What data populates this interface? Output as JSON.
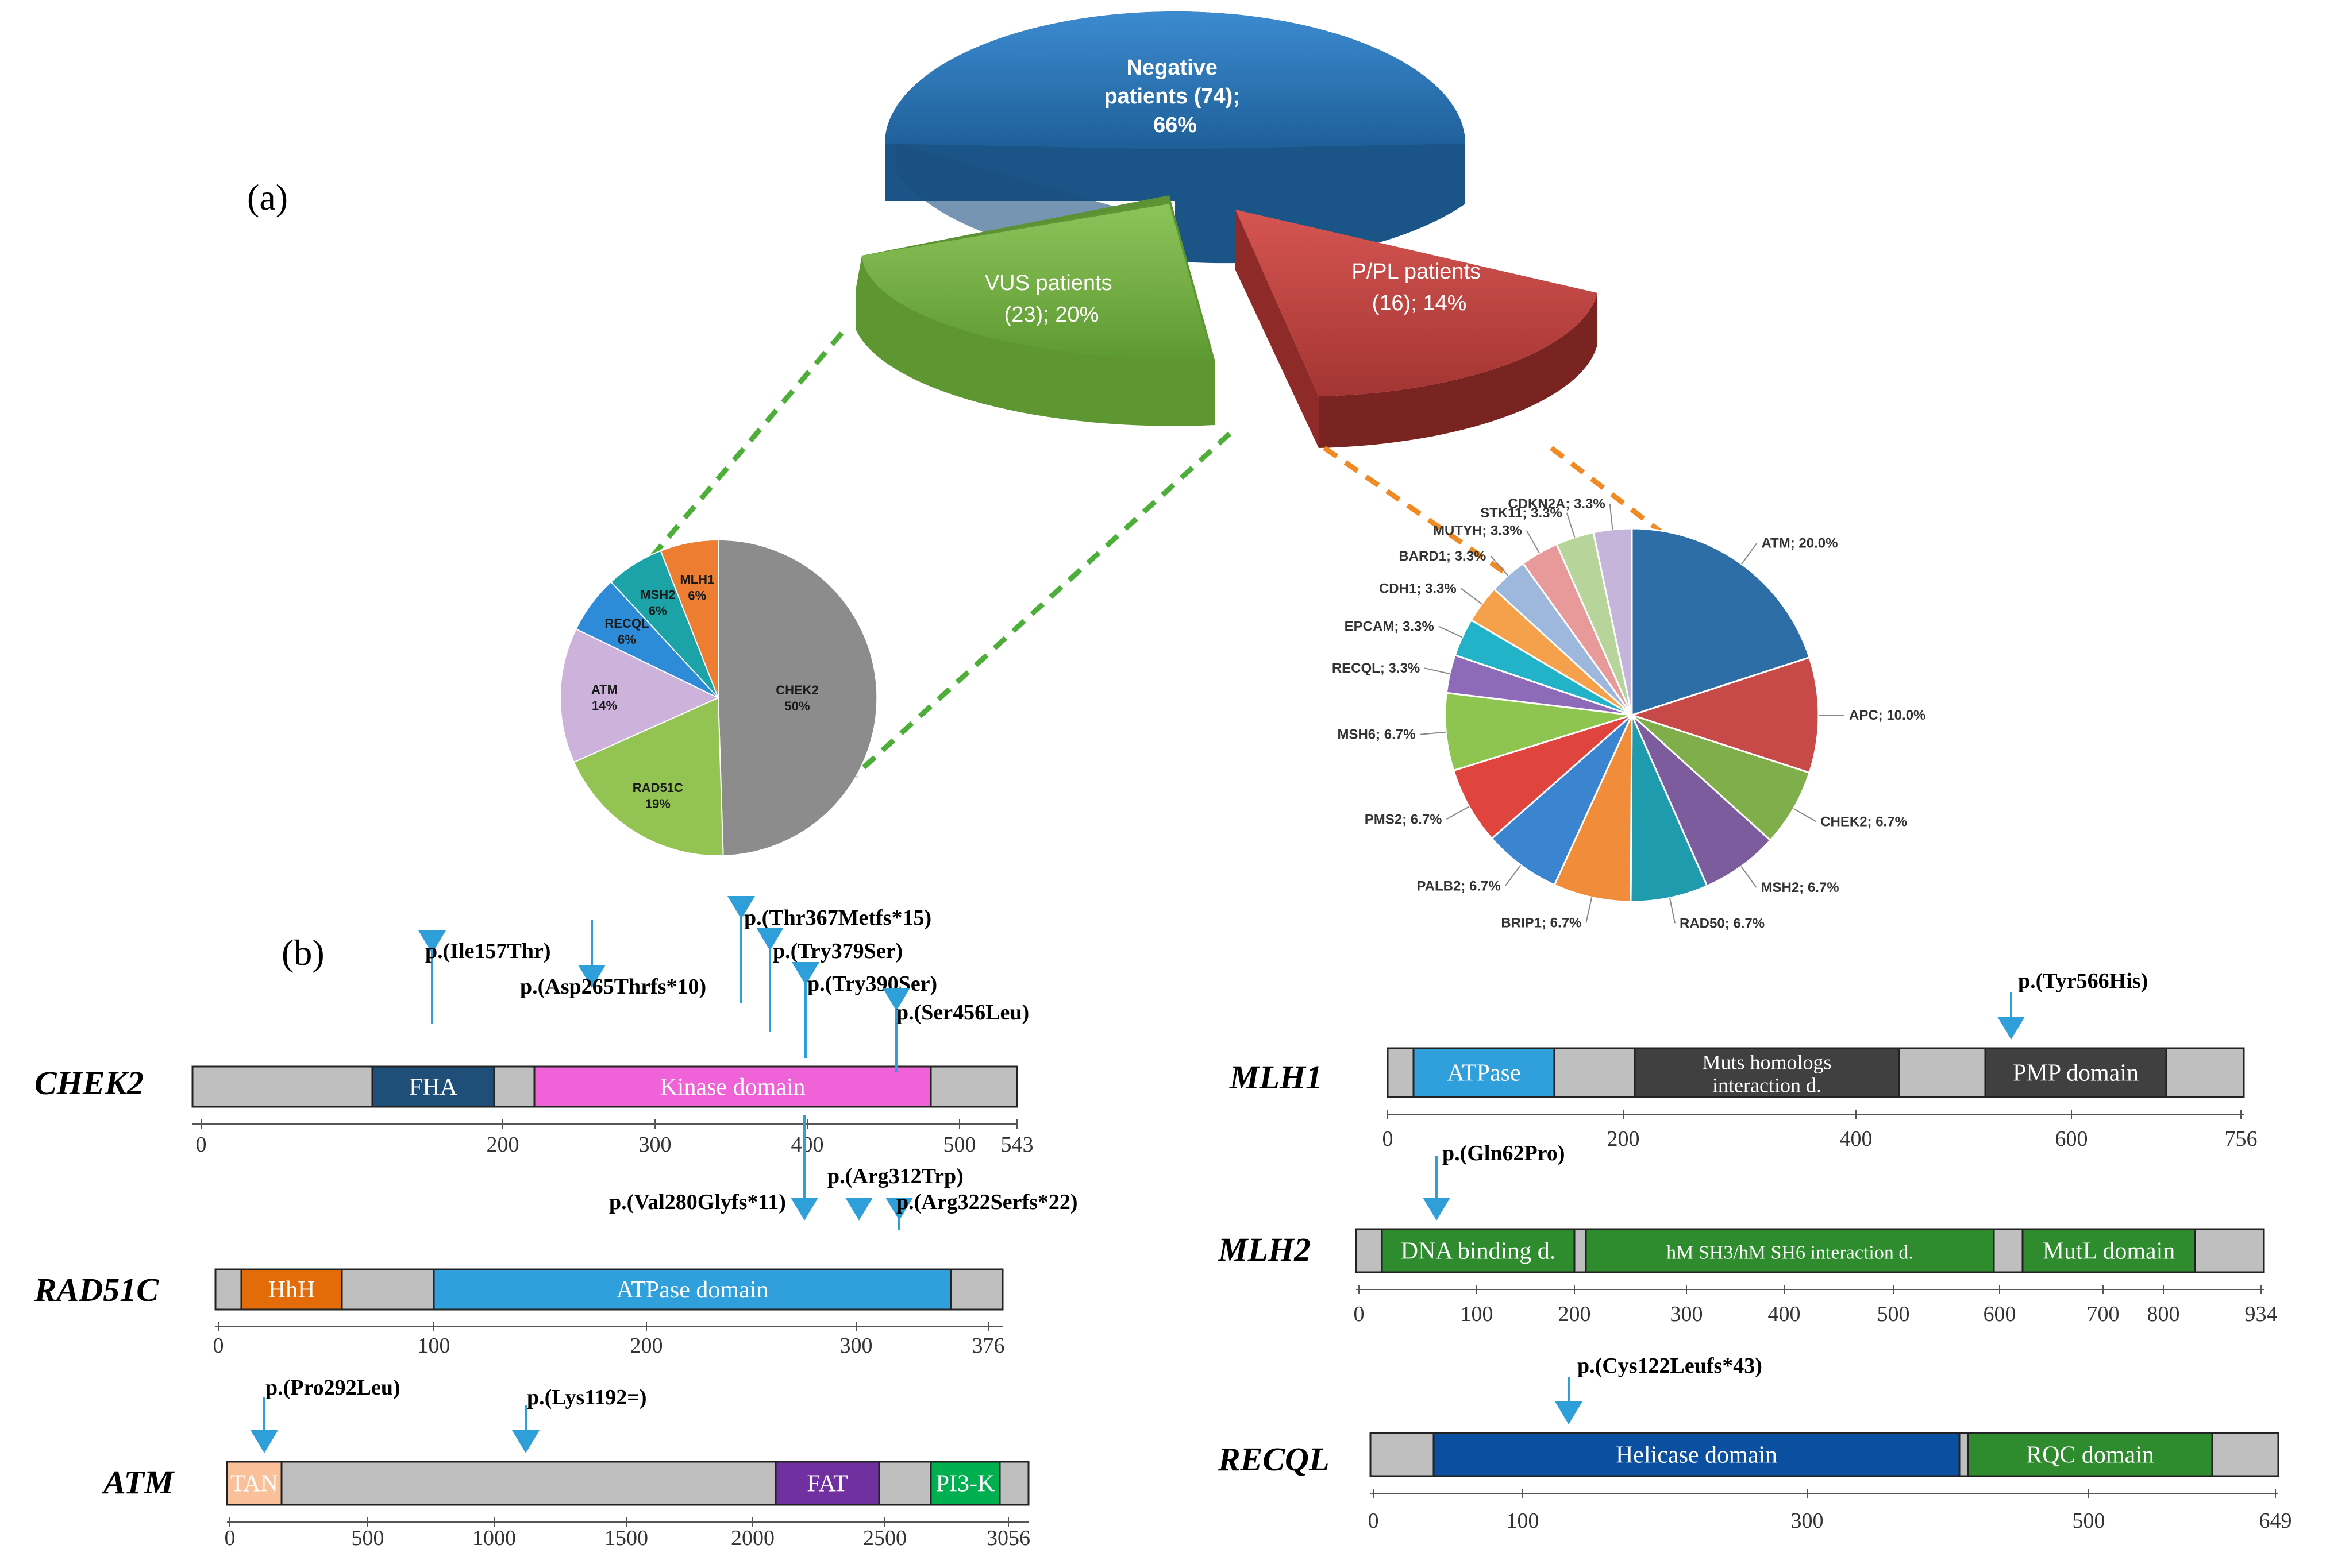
{
  "panels": {
    "a": "(a)",
    "b": "(b)"
  },
  "main_pie": {
    "slices": [
      {
        "name": "Negative patients",
        "count": 74,
        "percent": 66,
        "color": "#2E75B6",
        "lines": [
          "Negative",
          "patients (74);",
          "66%"
        ]
      },
      {
        "name": "VUS patients",
        "count": 23,
        "percent": 20,
        "color": "#70AD47",
        "lines": [
          "VUS patients",
          "(23); 20%"
        ]
      },
      {
        "name": "P/PL patients",
        "count": 16,
        "percent": 14,
        "color": "#C0504D",
        "lines": [
          "P/PL patients",
          "(16); 14%"
        ]
      }
    ]
  },
  "vus_pie": {
    "slices": [
      {
        "gene": "CHEK2",
        "pct": "50%",
        "value": 50,
        "color": "#8C8C8C"
      },
      {
        "gene": "RAD51C",
        "pct": "19%",
        "value": 19,
        "color": "#92C353"
      },
      {
        "gene": "ATM",
        "pct": "14%",
        "value": 14,
        "color": "#CDB3DC"
      },
      {
        "gene": "RECQL",
        "pct": "6%",
        "value": 6,
        "color": "#2E8BD8"
      },
      {
        "gene": "MSH2",
        "pct": "6%",
        "value": 6,
        "color": "#1BA3A8"
      },
      {
        "gene": "MLH1",
        "pct": "6%",
        "value": 6,
        "color": "#ED7D31"
      }
    ]
  },
  "ppl_pie": {
    "slices": [
      {
        "label": "ATM; 20.0%",
        "value": 20.0,
        "color": "#2E6EA6"
      },
      {
        "label": "APC; 10.0%",
        "value": 10.0,
        "color": "#C84A48"
      },
      {
        "label": "CHEK2; 6.7%",
        "value": 6.7,
        "color": "#7FAE4A"
      },
      {
        "label": "MSH2; 6.7%",
        "value": 6.7,
        "color": "#7C5C9C"
      },
      {
        "label": "RAD50; 6.7%",
        "value": 6.7,
        "color": "#1F9BAE"
      },
      {
        "label": "BRIP1; 6.7%",
        "value": 6.7,
        "color": "#F08C3A"
      },
      {
        "label": "PALB2; 6.7%",
        "value": 6.7,
        "color": "#3A84D0"
      },
      {
        "label": "PMS2; 6.7%",
        "value": 6.7,
        "color": "#E0443F"
      },
      {
        "label": "MSH6; 6.7%",
        "value": 6.7,
        "color": "#8DC550"
      },
      {
        "label": "RECQL; 3.3%",
        "value": 3.3,
        "color": "#8E6BB8"
      },
      {
        "label": "EPCAM; 3.3%",
        "value": 3.3,
        "color": "#22B3C8"
      },
      {
        "label": "CDH1; 3.3%",
        "value": 3.3,
        "color": "#F5A04A"
      },
      {
        "label": "BARD1; 3.3%",
        "value": 3.3,
        "color": "#9DB7DD"
      },
      {
        "label": "MUTYH; 3.3%",
        "value": 3.3,
        "color": "#E89A9A"
      },
      {
        "label": "STK11; 3.3%",
        "value": 3.3,
        "color": "#B7D59A"
      },
      {
        "label": "CDKN2A; 3.3%",
        "value": 3.3,
        "color": "#C5B5DA"
      }
    ]
  },
  "genes": [
    {
      "name": "CHEK2",
      "length": 543,
      "ticks": [
        "0",
        "200",
        "300",
        "400",
        "500",
        "543"
      ],
      "domains": [
        {
          "label": "FHA",
          "color": "#1F4E79",
          "text": "#ffffff"
        },
        {
          "label": "Kinase domain",
          "color": "#F062D8",
          "text": "#ffffff"
        }
      ],
      "variants": [
        "p.(Ile157Thr)",
        "p.(Asp265Thrfs*10)",
        "p.(Thr367Metfs*15)",
        "p.(Try379Ser)",
        "p.(Try390Ser)",
        "p.(Ser456Leu)"
      ]
    },
    {
      "name": "RAD51C",
      "length": 376,
      "ticks": [
        "0",
        "100",
        "200",
        "300",
        "376"
      ],
      "domains": [
        {
          "label": "HhH",
          "color": "#E36C09",
          "text": "#ffffff"
        },
        {
          "label": "ATPase  domain",
          "color": "#2FA0DB",
          "text": "#ffffff"
        }
      ],
      "variants": [
        "p.(Val280Glyfs*11)",
        "p.(Arg312Trp)",
        "p.(Arg322Serfs*22)"
      ]
    },
    {
      "name": "ATM",
      "length": 3056,
      "ticks": [
        "0",
        "500",
        "1000",
        "1500",
        "2000",
        "2500",
        "3056"
      ],
      "domains": [
        {
          "label": "TAN",
          "color": "#F9C09A",
          "text": "#ffffff"
        },
        {
          "label": "FAT",
          "color": "#7030A0",
          "text": "#ffffff"
        },
        {
          "label": "PI3-K",
          "color": "#00B050",
          "text": "#ffffff"
        }
      ],
      "variants": [
        "p.(Pro292Leu)",
        "p.(Lys1192=)"
      ]
    },
    {
      "name": "MLH1",
      "length": 756,
      "ticks": [
        "0",
        "200",
        "400",
        "600",
        "756"
      ],
      "domains": [
        {
          "label": "ATPase",
          "color": "#2FA0DB",
          "text": "#ffffff"
        },
        {
          "label": "Muts homologs interaction d.",
          "color": "#404040",
          "text": "#ffffff"
        },
        {
          "label": "PMP domain",
          "color": "#404040",
          "text": "#ffffff"
        }
      ],
      "variants": [
        "p.(Tyr566His)"
      ]
    },
    {
      "name": "MLH2",
      "length": 934,
      "ticks": [
        "0",
        "100",
        "200",
        "300",
        "400",
        "500",
        "600",
        "700",
        "800",
        "934"
      ],
      "domains": [
        {
          "label": "DNA binding d.",
          "color": "#2E8B2E",
          "text": "#ffffff"
        },
        {
          "label": "hM SH3/hM SH6 interaction d.",
          "color": "#2E8B2E",
          "text": "#ffffff"
        },
        {
          "label": "MutL domain",
          "color": "#2E8B2E",
          "text": "#ffffff"
        }
      ],
      "variants": [
        "p.(Gln62Pro)"
      ]
    },
    {
      "name": "RECQL",
      "length": 649,
      "ticks": [
        "0",
        "100",
        "300",
        "500",
        "649"
      ],
      "domains": [
        {
          "label": "Helicase domain",
          "color": "#0B4FA0",
          "text": "#ffffff"
        },
        {
          "label": "RQC domain",
          "color": "#2E8B2E",
          "text": "#ffffff"
        }
      ],
      "variants": [
        "p.(Cys122Leufs*43)"
      ]
    }
  ],
  "colors": {
    "bar": "#BFBFBF",
    "arrow": "#2E9FD8",
    "green_dash": "#4DAF3A",
    "orange_dash": "#F08A24"
  }
}
